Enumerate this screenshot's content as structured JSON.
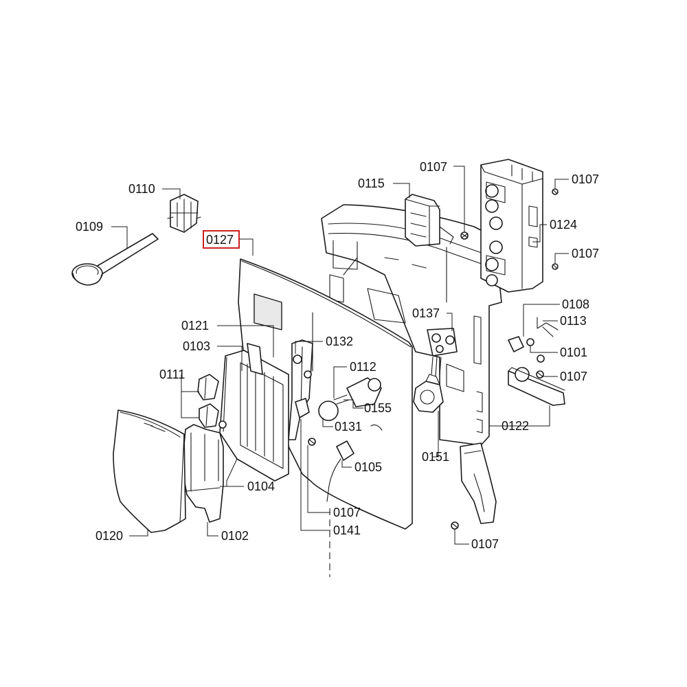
{
  "diagram": {
    "highlight_color": "#cc1f1f",
    "labels": {
      "l0107a": "0107",
      "l0107b": "0107",
      "l0107c": "0107",
      "l0107d": "0107",
      "l0107e": "0107",
      "l0107f": "0107",
      "l0115": "0115",
      "l0110": "0110",
      "l0109": "0109",
      "l0127": "0127",
      "l0124": "0124",
      "l0108": "0108",
      "l0113": "0113",
      "l0101": "0101",
      "l0137": "0137",
      "l0121": "0121",
      "l0132": "0132",
      "l0103": "0103",
      "l0112": "0112",
      "l0111": "0111",
      "l0155": "0155",
      "l0131": "0131",
      "l0122": "0122",
      "l0151": "0151",
      "l0105": "0105",
      "l0104": "0104",
      "l0141": "0141",
      "l0120": "0120",
      "l0102": "0102"
    }
  }
}
